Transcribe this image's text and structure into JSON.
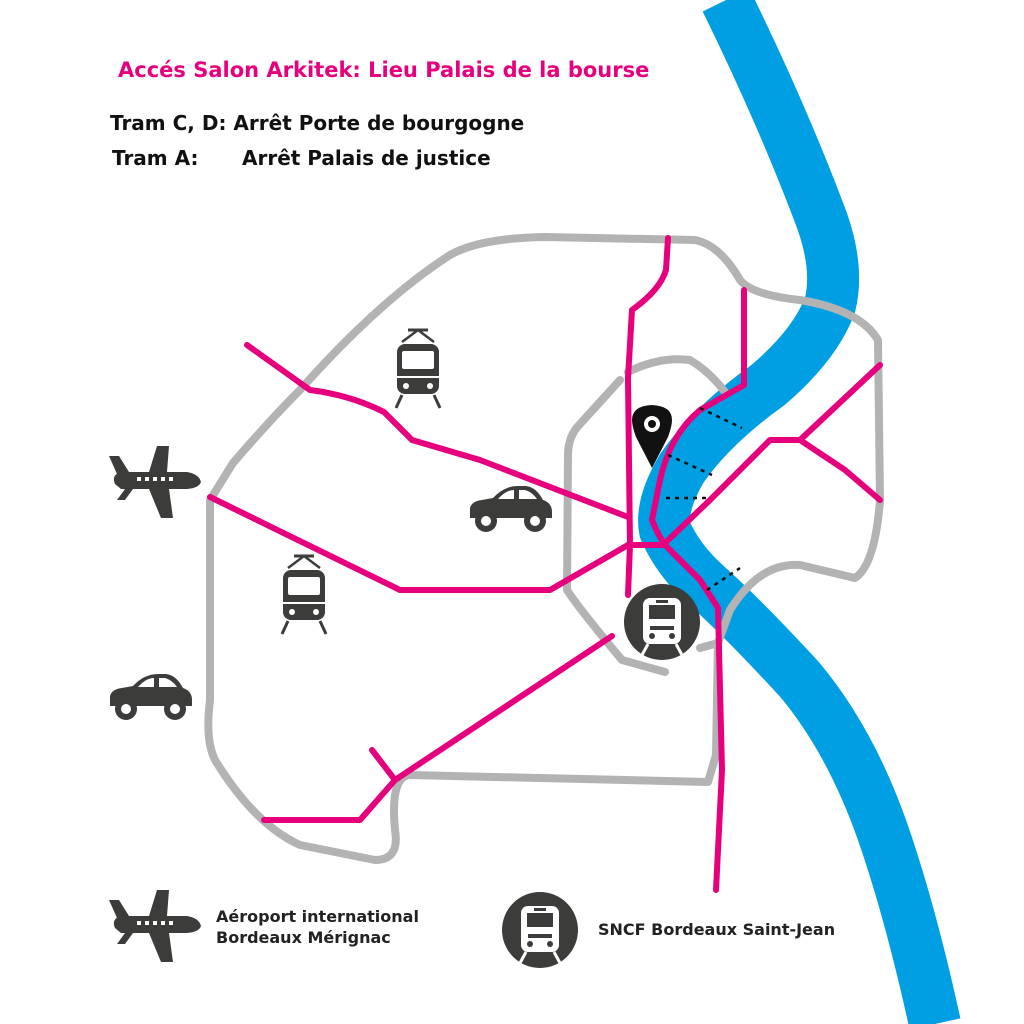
{
  "header": {
    "title": "Accés Salon Arkitek: Lieu Palais de la bourse",
    "tram_cd_label": "Tram C, D:",
    "tram_cd_stop": "Arrêt Porte de bourgogne",
    "tram_a_label": "Tram A:",
    "tram_a_stop": "Arrêt Palais de justice"
  },
  "legend": {
    "airport_line1": "Aéroport international",
    "airport_line2": "Bordeaux Mérignac",
    "station": "SNCF Bordeaux Saint-Jean"
  },
  "colors": {
    "title": "#e6007e",
    "tram": "#e6007e",
    "ring_road": "#b3b3b3",
    "river": "#009ee3",
    "icon": "#3c3c3b"
  },
  "icons": [
    "tram-icon",
    "car-icon",
    "airplane-icon",
    "train-station-icon",
    "location-pin-icon",
    "bridge"
  ]
}
